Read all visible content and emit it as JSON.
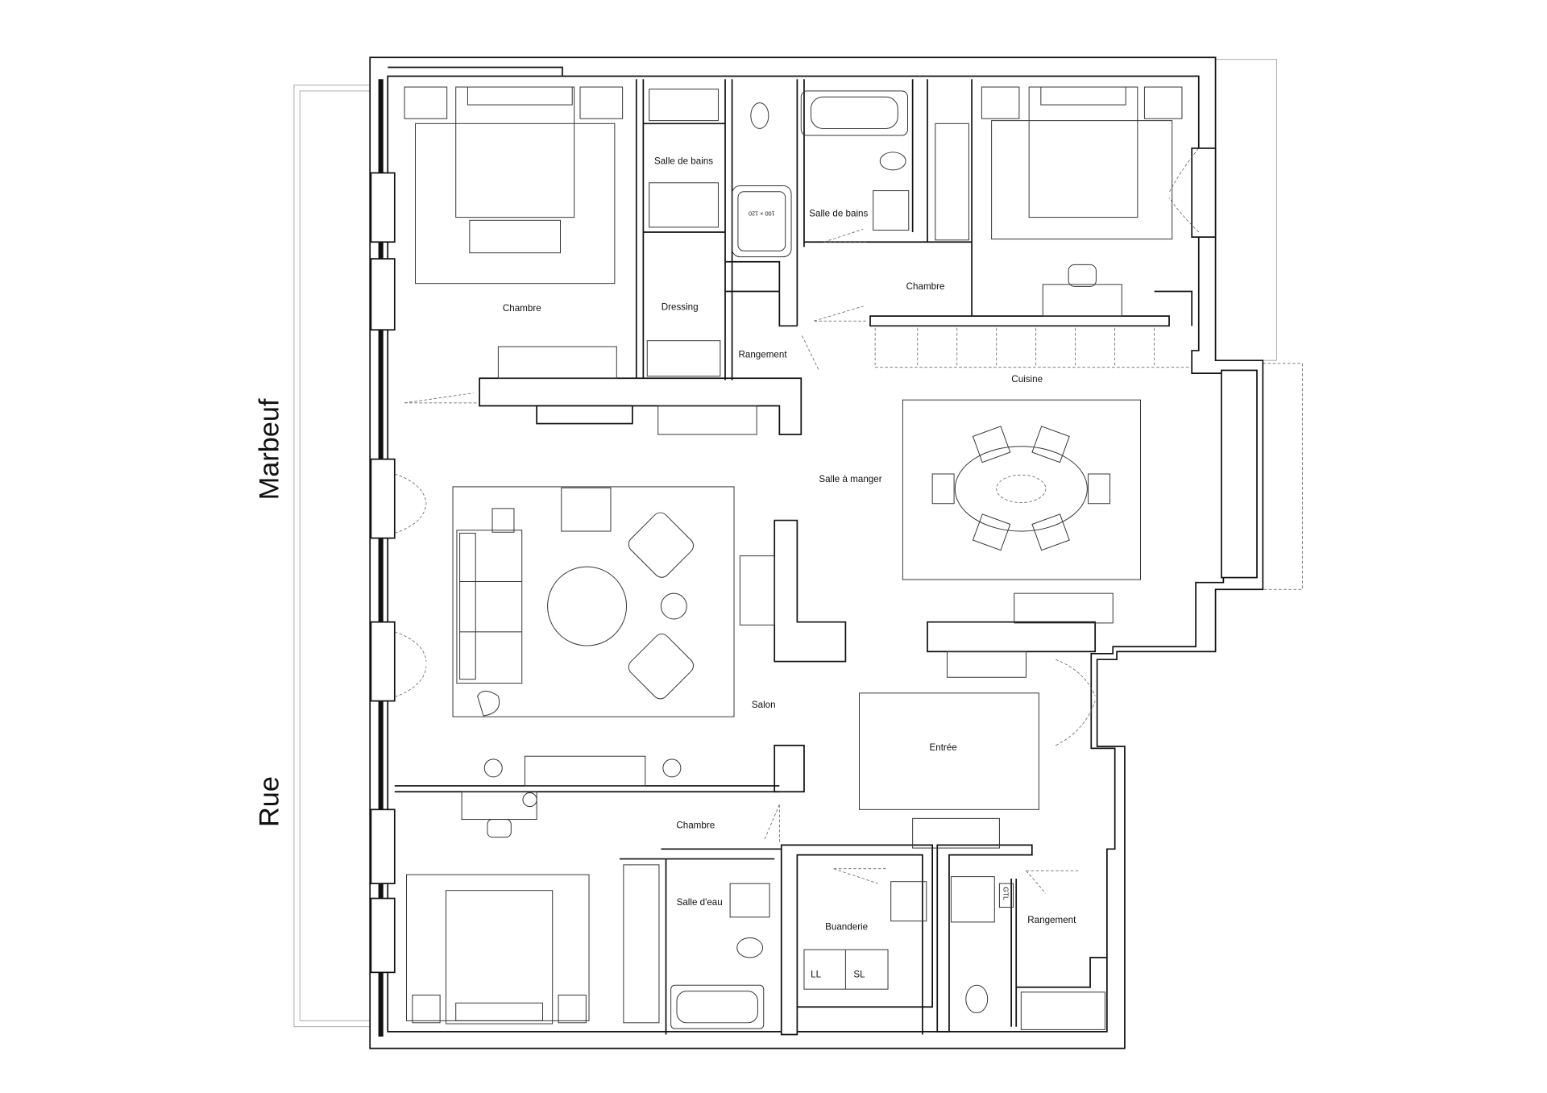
{
  "streets": {
    "top": "Marbeuf",
    "bottom": "Rue"
  },
  "rooms": {
    "salle_de_bains_1": "Salle de bains",
    "salle_de_bains_2": "Salle de bains",
    "chambre_1": "Chambre",
    "dressing": "Dressing",
    "chambre_2": "Chambre",
    "rangement_1": "Rangement",
    "cuisine": "Cuisine",
    "salle_a_manger": "Salle à manger",
    "salon": "Salon",
    "entree": "Entrée",
    "chambre_3": "Chambre",
    "salle_d_eau": "Salle d'eau",
    "buanderie": "Buanderie",
    "rangement_2": "Rangement"
  },
  "fixtures": {
    "ll": "LL",
    "sl": "SL",
    "gtl": "GTL",
    "shower_size": "100 × 120"
  }
}
